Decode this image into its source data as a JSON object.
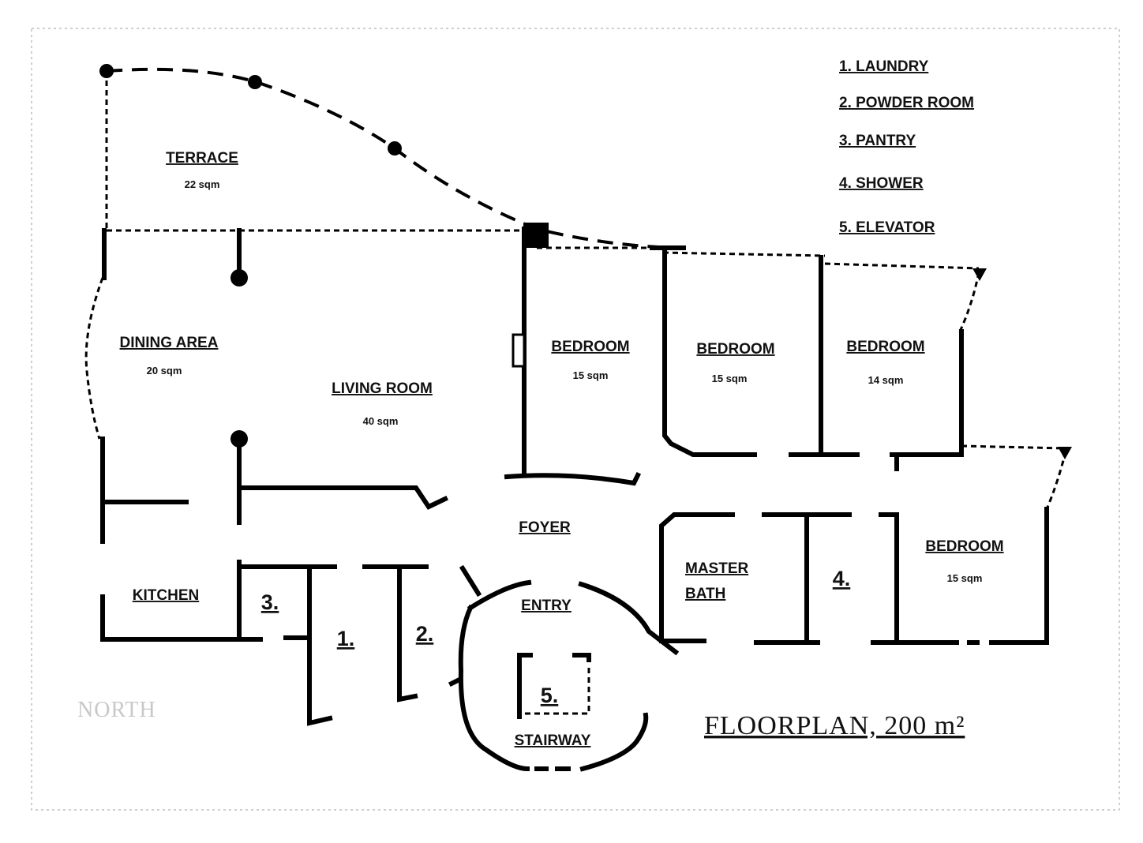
{
  "title": "FLOORPLAN, 200 m²",
  "north_label": "NORTH",
  "legend": [
    "1. LAUNDRY",
    "2. POWDER ROOM",
    "3. PANTRY",
    "4. SHOWER",
    "5. ELEVATOR"
  ],
  "rooms": {
    "terrace": {
      "name": "TERRACE",
      "area": "22 sqm"
    },
    "dining": {
      "name": "DINING AREA",
      "area": "20 sqm"
    },
    "living": {
      "name": "LIVING ROOM",
      "area": "40 sqm"
    },
    "bedroom1": {
      "name": "BEDROOM",
      "area": "15 sqm"
    },
    "bedroom2": {
      "name": "BEDROOM",
      "area": "15 sqm"
    },
    "bedroom3": {
      "name": "BEDROOM",
      "area": "14 sqm"
    },
    "bedroom4": {
      "name": "BEDROOM",
      "area": "15 sqm"
    },
    "foyer": {
      "name": "FOYER"
    },
    "entry": {
      "name": "ENTRY"
    },
    "kitchen": {
      "name": "KITCHEN"
    },
    "master_bath_line1": "MASTER",
    "master_bath_line2": "BATH",
    "stairway": {
      "name": "STAIRWAY"
    }
  },
  "markers": {
    "laundry": "1.",
    "powder_room": "2.",
    "pantry": "3.",
    "shower": "4.",
    "elevator": "5."
  }
}
